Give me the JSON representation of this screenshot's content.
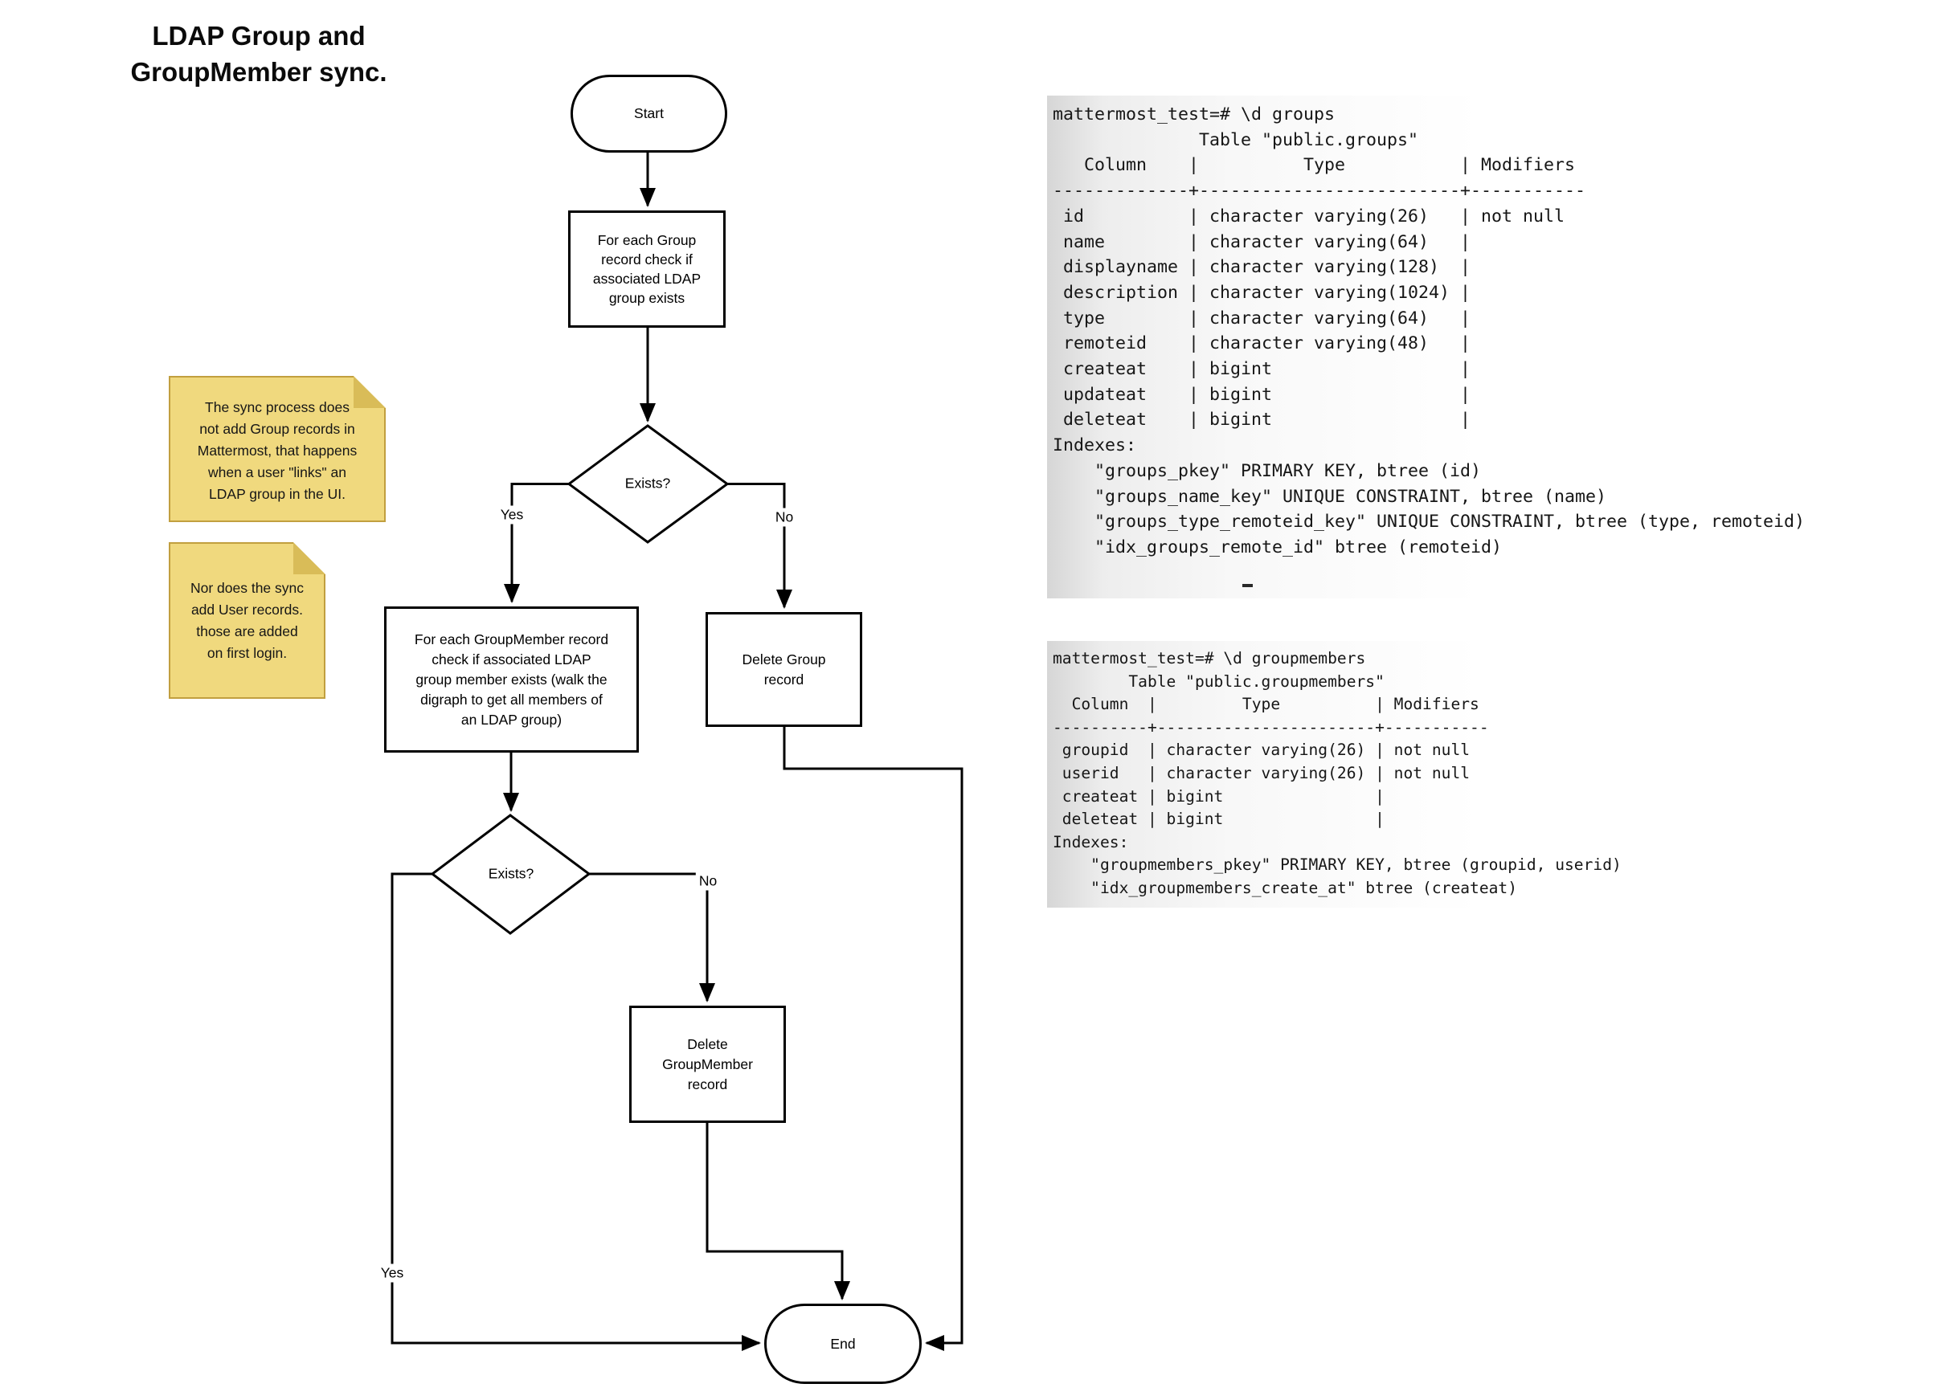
{
  "title": {
    "text": "LDAP Group and\nGroupMember sync."
  },
  "flowchart": {
    "nodes": {
      "start": {
        "label": "Start"
      },
      "check_group": {
        "label": "For each Group\nrecord check if\nassociated LDAP\ngroup exists"
      },
      "exists1": {
        "label": "Exists?"
      },
      "check_groupmember": {
        "label": "For each GroupMember record\ncheck if associated LDAP\ngroup member exists (walk the\ndigraph to get all members of\nan LDAP group)"
      },
      "delete_group": {
        "label": "Delete Group\nrecord"
      },
      "exists2": {
        "label": "Exists?"
      },
      "delete_groupmember": {
        "label": "Delete\nGroupMember\nrecord"
      },
      "end": {
        "label": "End"
      }
    },
    "edge_labels": {
      "yes1": "Yes",
      "no1": "No",
      "yes2": "Yes",
      "no2": "No"
    }
  },
  "notes": {
    "note1": {
      "text": "The sync process does\nnot add Group records in\nMattermost, that happens\nwhen a user \"links\" an\nLDAP group in the UI."
    },
    "note2": {
      "text": "Nor does the sync\nadd User records.\nthose are added\non first login."
    },
    "fill_color": "#f0d97e",
    "border_color": "#c19f3f",
    "fold_color": "#d9bc58"
  },
  "terminals": {
    "groups": {
      "lines": [
        "mattermost_test=# \\d groups",
        "              Table \"public.groups\"",
        "   Column    |          Type           | Modifiers",
        "-------------+-------------------------+-----------",
        " id          | character varying(26)   | not null",
        " name        | character varying(64)   |",
        " displayname | character varying(128)  |",
        " description | character varying(1024) |",
        " type        | character varying(64)   |",
        " remoteid    | character varying(48)   |",
        " createat    | bigint                  |",
        " updateat    | bigint                  |",
        " deleteat    | bigint                  |",
        "Indexes:",
        "    \"groups_pkey\" PRIMARY KEY, btree (id)",
        "    \"groups_name_key\" UNIQUE CONSTRAINT, btree (name)",
        "    \"groups_type_remoteid_key\" UNIQUE CONSTRAINT, btree (type, remoteid)",
        "    \"idx_groups_remote_id\" btree (remoteid)"
      ]
    },
    "groupmembers": {
      "lines": [
        "mattermost_test=# \\d groupmembers",
        "        Table \"public.groupmembers\"",
        "  Column  |         Type          | Modifiers",
        "----------+-----------------------+-----------",
        " groupid  | character varying(26) | not null",
        " userid   | character varying(26) | not null",
        " createat | bigint                |",
        " deleteat | bigint                |",
        "Indexes:",
        "    \"groupmembers_pkey\" PRIMARY KEY, btree (groupid, userid)",
        "    \"idx_groupmembers_create_at\" btree (createat)"
      ]
    }
  },
  "colors": {
    "line": "#000000",
    "node_fill": "#ffffff",
    "terminal_bg_left": "#d6d6d6",
    "terminal_bg_right": "#ffffff"
  }
}
